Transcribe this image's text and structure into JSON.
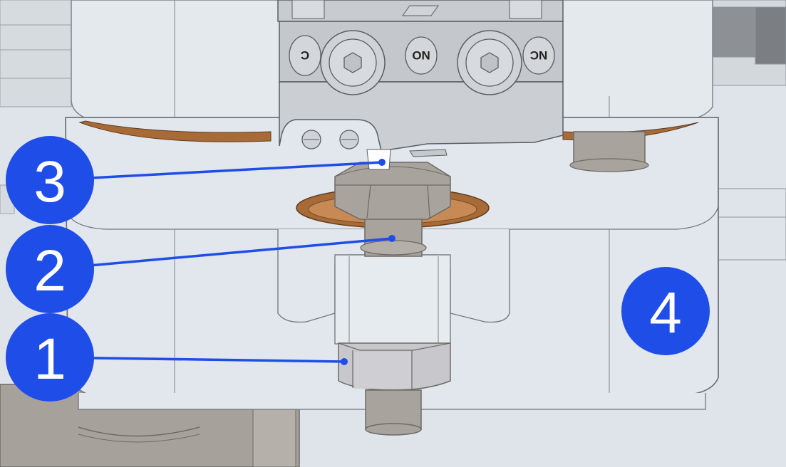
{
  "figure": {
    "switch_labels": {
      "left": "C",
      "middle": "NO",
      "right": "NC"
    },
    "callouts": [
      {
        "id": "callout-1",
        "label": "1"
      },
      {
        "id": "callout-2",
        "label": "2"
      },
      {
        "id": "callout-3",
        "label": "3"
      },
      {
        "id": "callout-4",
        "label": "4"
      }
    ],
    "colors": {
      "callout_fill": "#1f4de8",
      "leader_line": "#1f4de8",
      "brass": "#a86a36",
      "steel": "#a8a39d",
      "nut": "#c8c8cc",
      "body": "#e2e7ed"
    }
  }
}
